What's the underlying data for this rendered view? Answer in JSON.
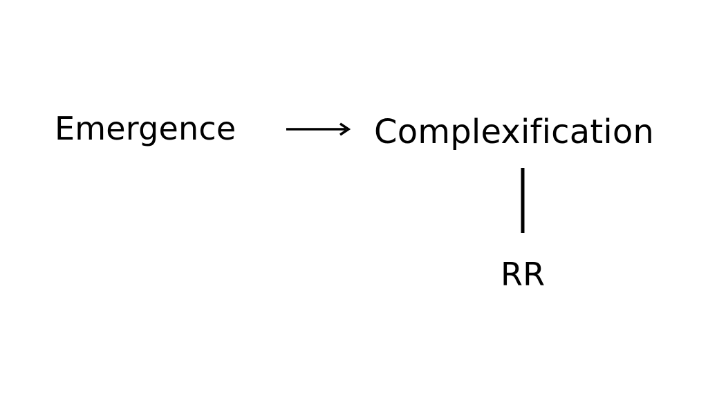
{
  "diagram": {
    "nodes": {
      "emergence": "Emergence",
      "complexification": "Complexification",
      "rr": "RR"
    },
    "edges": [
      {
        "from": "Emergence",
        "to": "Complexification",
        "style": "arrow"
      },
      {
        "from": "Complexification",
        "to": "RR",
        "style": "line"
      }
    ],
    "colors": {
      "background": "#ffffff",
      "ink": "#000000"
    }
  }
}
